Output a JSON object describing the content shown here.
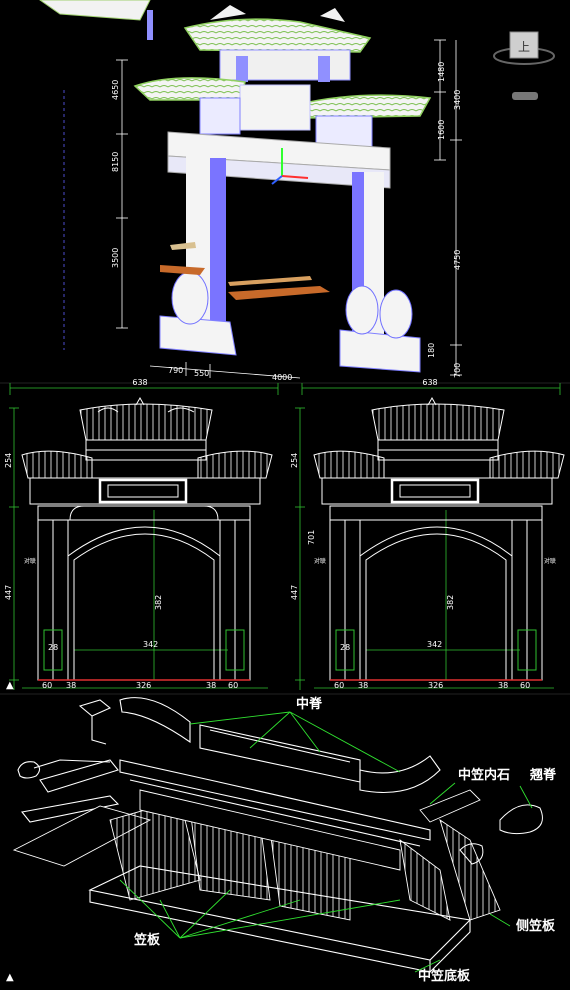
{
  "panel1": {
    "dims_left": [
      "4650",
      "8150",
      "3500"
    ],
    "dims_right": [
      "1480",
      "3400",
      "1600",
      "4750",
      "180",
      "700"
    ],
    "dims_bottom": [
      "790",
      "550",
      "4000"
    ],
    "viewcube_label": "上"
  },
  "panel2": {
    "top_width": "638",
    "height_upper": "254",
    "height_lower": "447",
    "height_total": "701",
    "inner_height": "382",
    "opening_width": "342",
    "base_height": "28",
    "bottom_dims": [
      "60",
      "38",
      "326",
      "38",
      "60"
    ],
    "couplet_label": "对联"
  },
  "panel3": {
    "labels": {
      "zhongji": "中脊",
      "zhongli_neishi": "中笠内石",
      "qiaoji": "翘脊",
      "celiban": "侧笠板",
      "liban": "笠板",
      "zhongli_diban": "中笠底板"
    }
  }
}
